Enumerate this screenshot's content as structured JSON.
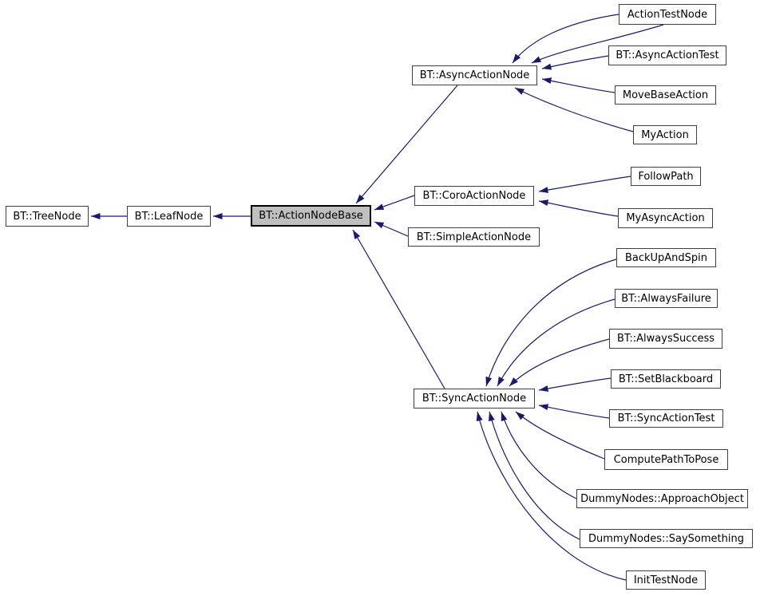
{
  "diagram": {
    "type": "class-inheritance-graph",
    "highlighted_node": "BT::ActionNodeBase",
    "colors": {
      "edge": "#191970",
      "node_fill": "#ffffff",
      "node_border": "#404040",
      "highlight_fill": "#bfbfbf",
      "highlight_border": "#000000",
      "background": "#ffffff"
    },
    "nodes": [
      {
        "id": "bt-treenode",
        "label": "BT::TreeNode"
      },
      {
        "id": "bt-leafnode",
        "label": "BT::LeafNode"
      },
      {
        "id": "bt-actionnodebase",
        "label": "BT::ActionNodeBase"
      },
      {
        "id": "bt-asyncactionnode",
        "label": "BT::AsyncActionNode"
      },
      {
        "id": "actiontestnode",
        "label": "ActionTestNode"
      },
      {
        "id": "bt-asyncactiontest",
        "label": "BT::AsyncActionTest"
      },
      {
        "id": "movebaseaction",
        "label": "MoveBaseAction"
      },
      {
        "id": "myaction",
        "label": "MyAction"
      },
      {
        "id": "bt-coroactionnode",
        "label": "BT::CoroActionNode"
      },
      {
        "id": "followpath",
        "label": "FollowPath"
      },
      {
        "id": "myasyncaction",
        "label": "MyAsyncAction"
      },
      {
        "id": "bt-simpleactionnode",
        "label": "BT::SimpleActionNode"
      },
      {
        "id": "bt-syncactionnode",
        "label": "BT::SyncActionNode"
      },
      {
        "id": "backupandspin",
        "label": "BackUpAndSpin"
      },
      {
        "id": "bt-alwaysfailure",
        "label": "BT::AlwaysFailure"
      },
      {
        "id": "bt-alwayssuccess",
        "label": "BT::AlwaysSuccess"
      },
      {
        "id": "bt-setblackboard",
        "label": "BT::SetBlackboard"
      },
      {
        "id": "bt-syncactiontest",
        "label": "BT::SyncActionTest"
      },
      {
        "id": "computepathtopose",
        "label": "ComputePathToPose"
      },
      {
        "id": "dummynodes-approachobject",
        "label": "DummyNodes::ApproachObject"
      },
      {
        "id": "dummynodes-saysomething",
        "label": "DummyNodes::SaySomething"
      },
      {
        "id": "inittestnode",
        "label": "InitTestNode"
      }
    ],
    "edges": [
      {
        "from": "BT::LeafNode",
        "to": "BT::TreeNode"
      },
      {
        "from": "BT::ActionNodeBase",
        "to": "BT::LeafNode"
      },
      {
        "from": "BT::AsyncActionNode",
        "to": "BT::ActionNodeBase"
      },
      {
        "from": "BT::CoroActionNode",
        "to": "BT::ActionNodeBase"
      },
      {
        "from": "BT::SimpleActionNode",
        "to": "BT::ActionNodeBase"
      },
      {
        "from": "BT::SyncActionNode",
        "to": "BT::ActionNodeBase"
      },
      {
        "from": "ActionTestNode",
        "to": "BT::AsyncActionNode"
      },
      {
        "from": "ActionTestNode",
        "to": "BT::AsyncActionNode"
      },
      {
        "from": "BT::AsyncActionTest",
        "to": "BT::AsyncActionNode"
      },
      {
        "from": "MoveBaseAction",
        "to": "BT::AsyncActionNode"
      },
      {
        "from": "MyAction",
        "to": "BT::AsyncActionNode"
      },
      {
        "from": "FollowPath",
        "to": "BT::CoroActionNode"
      },
      {
        "from": "MyAsyncAction",
        "to": "BT::CoroActionNode"
      },
      {
        "from": "BackUpAndSpin",
        "to": "BT::SyncActionNode"
      },
      {
        "from": "BT::AlwaysFailure",
        "to": "BT::SyncActionNode"
      },
      {
        "from": "BT::AlwaysSuccess",
        "to": "BT::SyncActionNode"
      },
      {
        "from": "BT::SetBlackboard",
        "to": "BT::SyncActionNode"
      },
      {
        "from": "BT::SyncActionTest",
        "to": "BT::SyncActionNode"
      },
      {
        "from": "ComputePathToPose",
        "to": "BT::SyncActionNode"
      },
      {
        "from": "DummyNodes::ApproachObject",
        "to": "BT::SyncActionNode"
      },
      {
        "from": "DummyNodes::SaySomething",
        "to": "BT::SyncActionNode"
      },
      {
        "from": "InitTestNode",
        "to": "BT::SyncActionNode"
      }
    ]
  }
}
